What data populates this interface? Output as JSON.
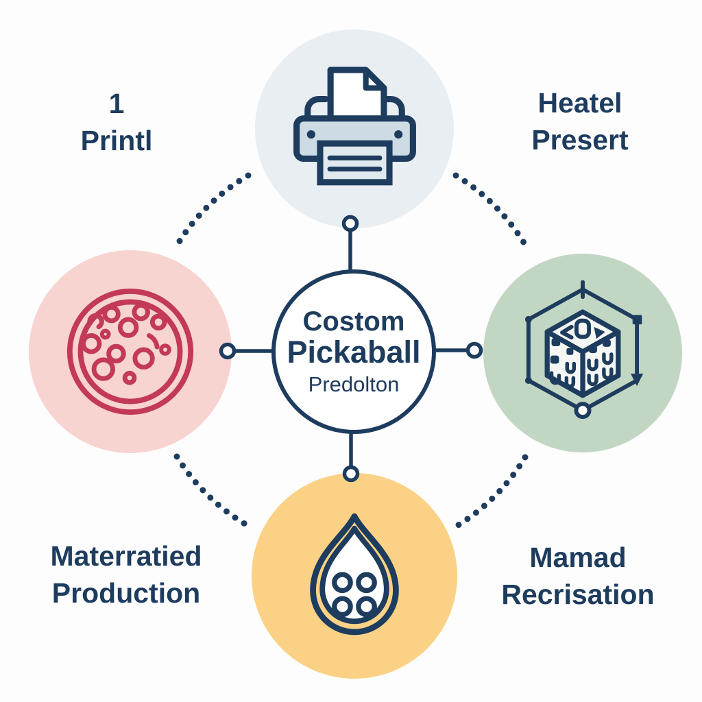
{
  "diagram": {
    "center_node": {
      "line1": "Costom",
      "line2": "Pickaball",
      "line3": "Predolton"
    },
    "corner_labels": {
      "top_left": {
        "line1": "1",
        "line2": "Printl"
      },
      "top_right": {
        "line1": "Heatel",
        "line2": "Presert"
      },
      "bottom_left": {
        "line1": "Materratied",
        "line2": "Production"
      },
      "bottom_right": {
        "line1": "Mamad",
        "line2": "Recrisation"
      }
    },
    "nodes": [
      {
        "id": "print",
        "position": "top",
        "icon": "printer-icon",
        "fill": "#e9eef3"
      },
      {
        "id": "material",
        "position": "left",
        "icon": "petri-dish-icon",
        "fill": "#f8d4d1"
      },
      {
        "id": "model",
        "position": "right",
        "icon": "cube-3d-icon",
        "fill": "#c2d7c3"
      },
      {
        "id": "button",
        "position": "bottom",
        "icon": "button-drop-icon",
        "fill": "#fbd185"
      }
    ],
    "colors": {
      "navy": "#1d3c5e",
      "crimson": "#c23a57",
      "printer_body": "#ccdbe4",
      "tray": "#dfe9ee",
      "background": "#fdfdfd"
    }
  }
}
